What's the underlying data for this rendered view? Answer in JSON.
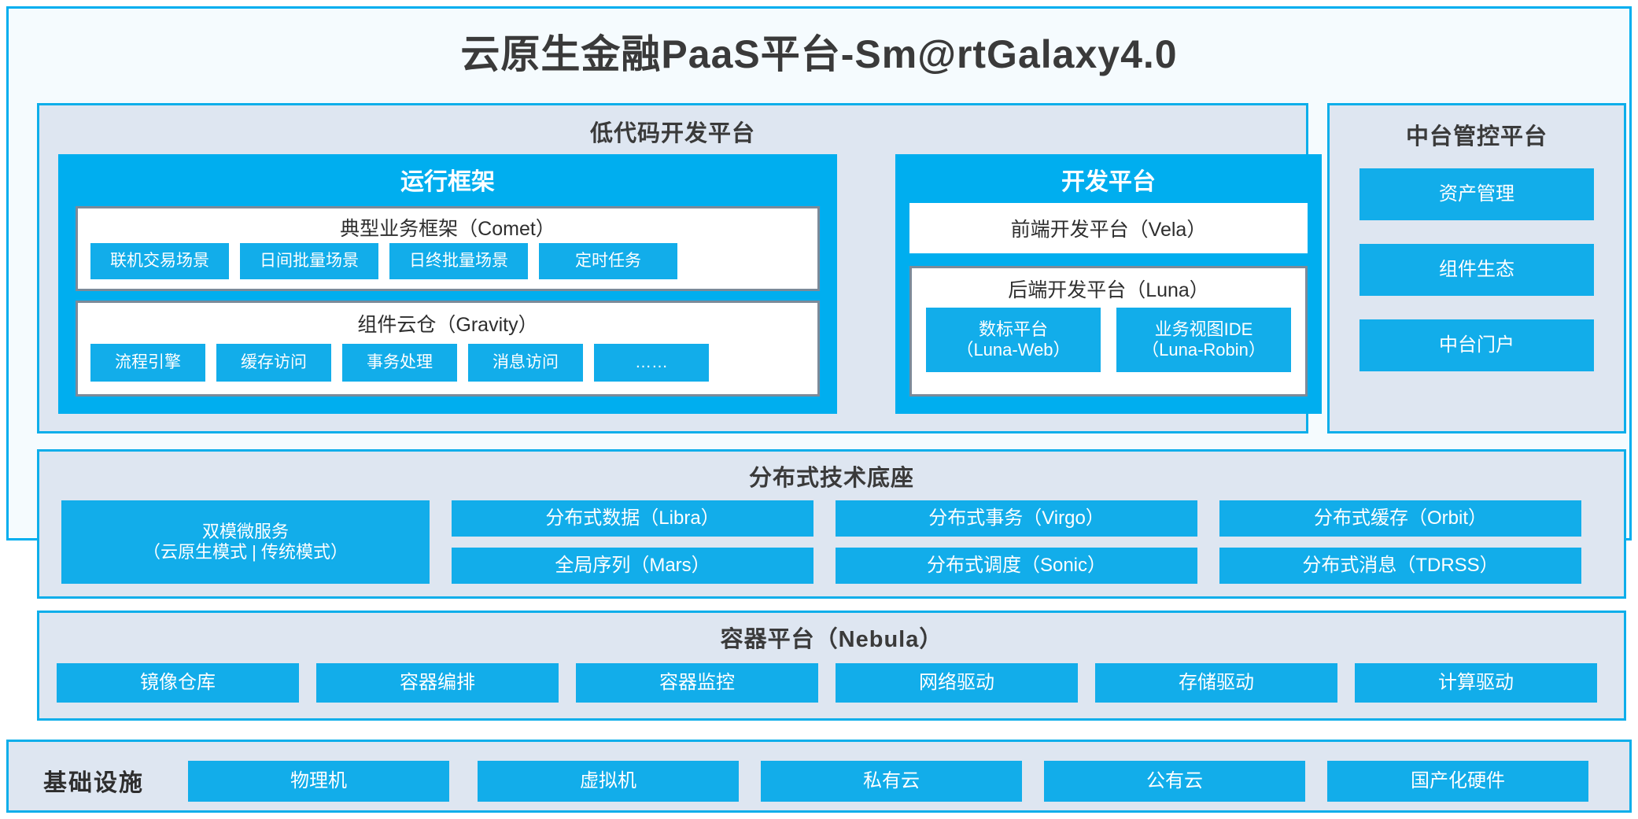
{
  "title": "云原生金融PaaS平台-Sm@rtGalaxy4.0",
  "low_code": {
    "title": "低代码开发平台",
    "runtime": {
      "title": "运行框架",
      "comet": {
        "title": "典型业务框架（Comet）",
        "items": [
          "联机交易场景",
          "日间批量场景",
          "日终批量场景",
          "定时任务"
        ]
      },
      "gravity": {
        "title": "组件云仓（Gravity）",
        "items": [
          "流程引擎",
          "缓存访问",
          "事务处理",
          "消息访问",
          "……"
        ]
      }
    },
    "dev_platform": {
      "title": "开发平台",
      "frontend": "前端开发平台（Vela）",
      "backend": {
        "title": "后端开发平台（Luna）",
        "items": [
          "数标平台\n（Luna-Web）",
          "业务视图IDE\n（Luna-Robin）"
        ]
      }
    }
  },
  "mid_office": {
    "title": "中台管控平台",
    "items": [
      "资产管理",
      "组件生态",
      "中台门户"
    ]
  },
  "tech_base": {
    "title": "分布式技术底座",
    "microservice": "双模微服务\n（云原生模式 | 传统模式）",
    "grid": [
      [
        "分布式数据（Libra）",
        "分布式事务（Virgo）",
        "分布式缓存（Orbit）"
      ],
      [
        "全局序列（Mars）",
        "分布式调度（Sonic）",
        "分布式消息（TDRSS）"
      ]
    ]
  },
  "container_platform": {
    "title": "容器平台（Nebula）",
    "items": [
      "镜像仓库",
      "容器编排",
      "容器监控",
      "网络驱动",
      "存储驱动",
      "计算驱动"
    ]
  },
  "infrastructure": {
    "label": "基础设施",
    "items": [
      "物理机",
      "虚拟机",
      "私有云",
      "公有云",
      "国产化硬件"
    ]
  },
  "colors": {
    "accent": "#00AEEF",
    "chip": "#12ADEA",
    "panel_bg": "#DEE6F1",
    "frame_bg": "#F5FBFE",
    "box_border": "#7C8A99"
  }
}
